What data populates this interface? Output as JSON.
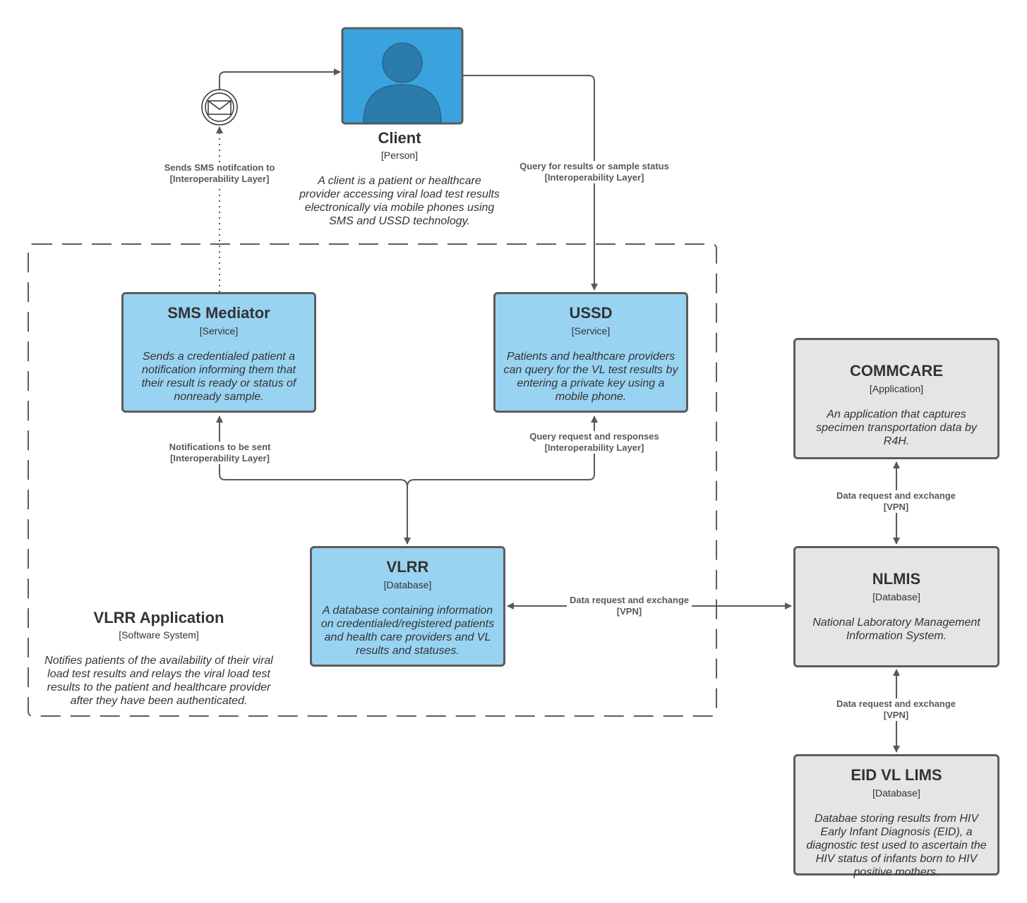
{
  "client": {
    "title": "Client",
    "type": "[Person]",
    "description": "A client is a patient or healthcare provider accessing viral load test results electronically via mobile phones using SMS and USSD technology."
  },
  "boundary": {
    "title": "VLRR Application",
    "type": "[Software System]",
    "description": "Notifies patients of the availability of their viral load test results and relays the viral load test results to the patient and healthcare provider after they have been authenticated."
  },
  "sms_mediator": {
    "title": "SMS Mediator",
    "type": "[Service]",
    "description": "Sends a credentialed patient a notification informing them that their result is ready or status of nonready sample."
  },
  "ussd": {
    "title": "USSD",
    "type": "[Service]",
    "description": "Patients and healthcare providers can query for the VL test results by entering a private key using a mobile phone."
  },
  "vlrr": {
    "title": "VLRR",
    "type": "[Database]",
    "description": "A database containing information on credentialed/registered patients and health care providers and VL results and statuses."
  },
  "commcare": {
    "title": "COMMCARE",
    "type": "[Application]",
    "description": "An application that captures specimen transportation data by R4H."
  },
  "nlmis": {
    "title": "NLMIS",
    "type": "[Database]",
    "description": "National Laboratory Management Information System."
  },
  "eid": {
    "title": "EID VL LIMS",
    "type": "[Database]",
    "description": "Databae storing results from HIV Early Infant Diagnosis (EID), a diagnostic test used to ascertain the HIV status of infants born to HIV positive mothers."
  },
  "edges": {
    "sms_to_client": {
      "line1": "Sends SMS notifcation to",
      "line2": "[Interoperability Layer]"
    },
    "client_to_ussd": {
      "line1": "Query for results or sample status",
      "line2": "[Interoperability Layer]"
    },
    "vlrr_to_sms": {
      "line1": "Notifications to be sent",
      "line2": "[Interoperability Layer]"
    },
    "vlrr_to_ussd": {
      "line1": "Query request and responses",
      "line2": "[Interoperability Layer]"
    },
    "vlrr_nlmis": {
      "line1": "Data request and exchange",
      "line2": "[VPN]"
    },
    "commcare_nlmis": {
      "line1": "Data request and exchange",
      "line2": "[VPN]"
    },
    "nlmis_eid": {
      "line1": "Data request and exchange",
      "line2": "[VPN]"
    }
  },
  "colors": {
    "container_fill": "#99d3f2",
    "external_fill": "#e5e5e5",
    "person_fill": "#3aa3dd",
    "person_icon": "#2b7bab",
    "stroke": "#5c5c5c"
  },
  "icons": {
    "person": "person-icon",
    "envelope": "envelope-icon"
  }
}
